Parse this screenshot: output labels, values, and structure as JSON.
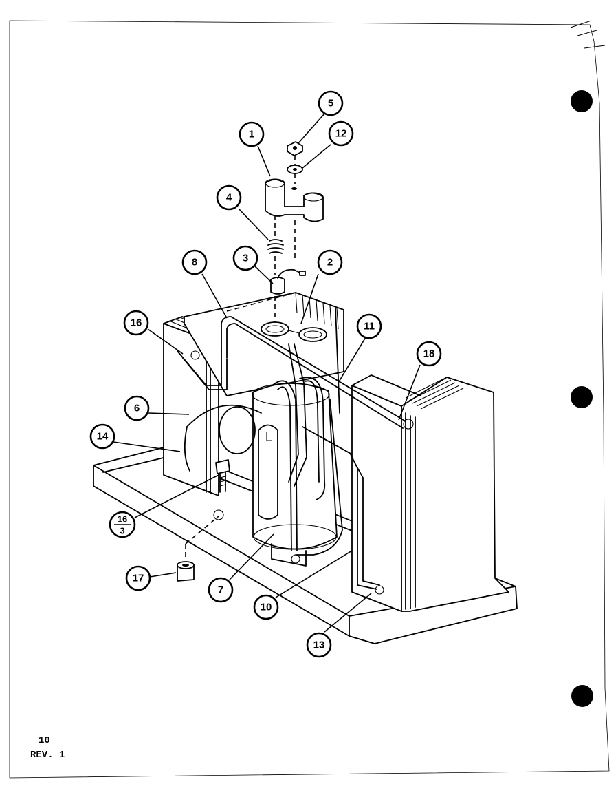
{
  "callouts": [
    {
      "id": "c1",
      "label": "1"
    },
    {
      "id": "c2",
      "label": "2"
    },
    {
      "id": "c3",
      "label": "3"
    },
    {
      "id": "c4",
      "label": "4"
    },
    {
      "id": "c5",
      "label": "5"
    },
    {
      "id": "c6",
      "label": "6"
    },
    {
      "id": "c7",
      "label": "7"
    },
    {
      "id": "c8",
      "label": "8"
    },
    {
      "id": "c10",
      "label": "10"
    },
    {
      "id": "c11",
      "label": "11"
    },
    {
      "id": "c12",
      "label": "12"
    },
    {
      "id": "c13",
      "label": "13"
    },
    {
      "id": "c14",
      "label": "14"
    },
    {
      "id": "c16",
      "label": "16"
    },
    {
      "id": "c17",
      "label": "17"
    },
    {
      "id": "c18",
      "label": "18"
    }
  ],
  "fraction_callout": {
    "numerator": "16",
    "denominator": "3"
  },
  "footer": {
    "page_number": "10",
    "revision": "REV. 1"
  }
}
